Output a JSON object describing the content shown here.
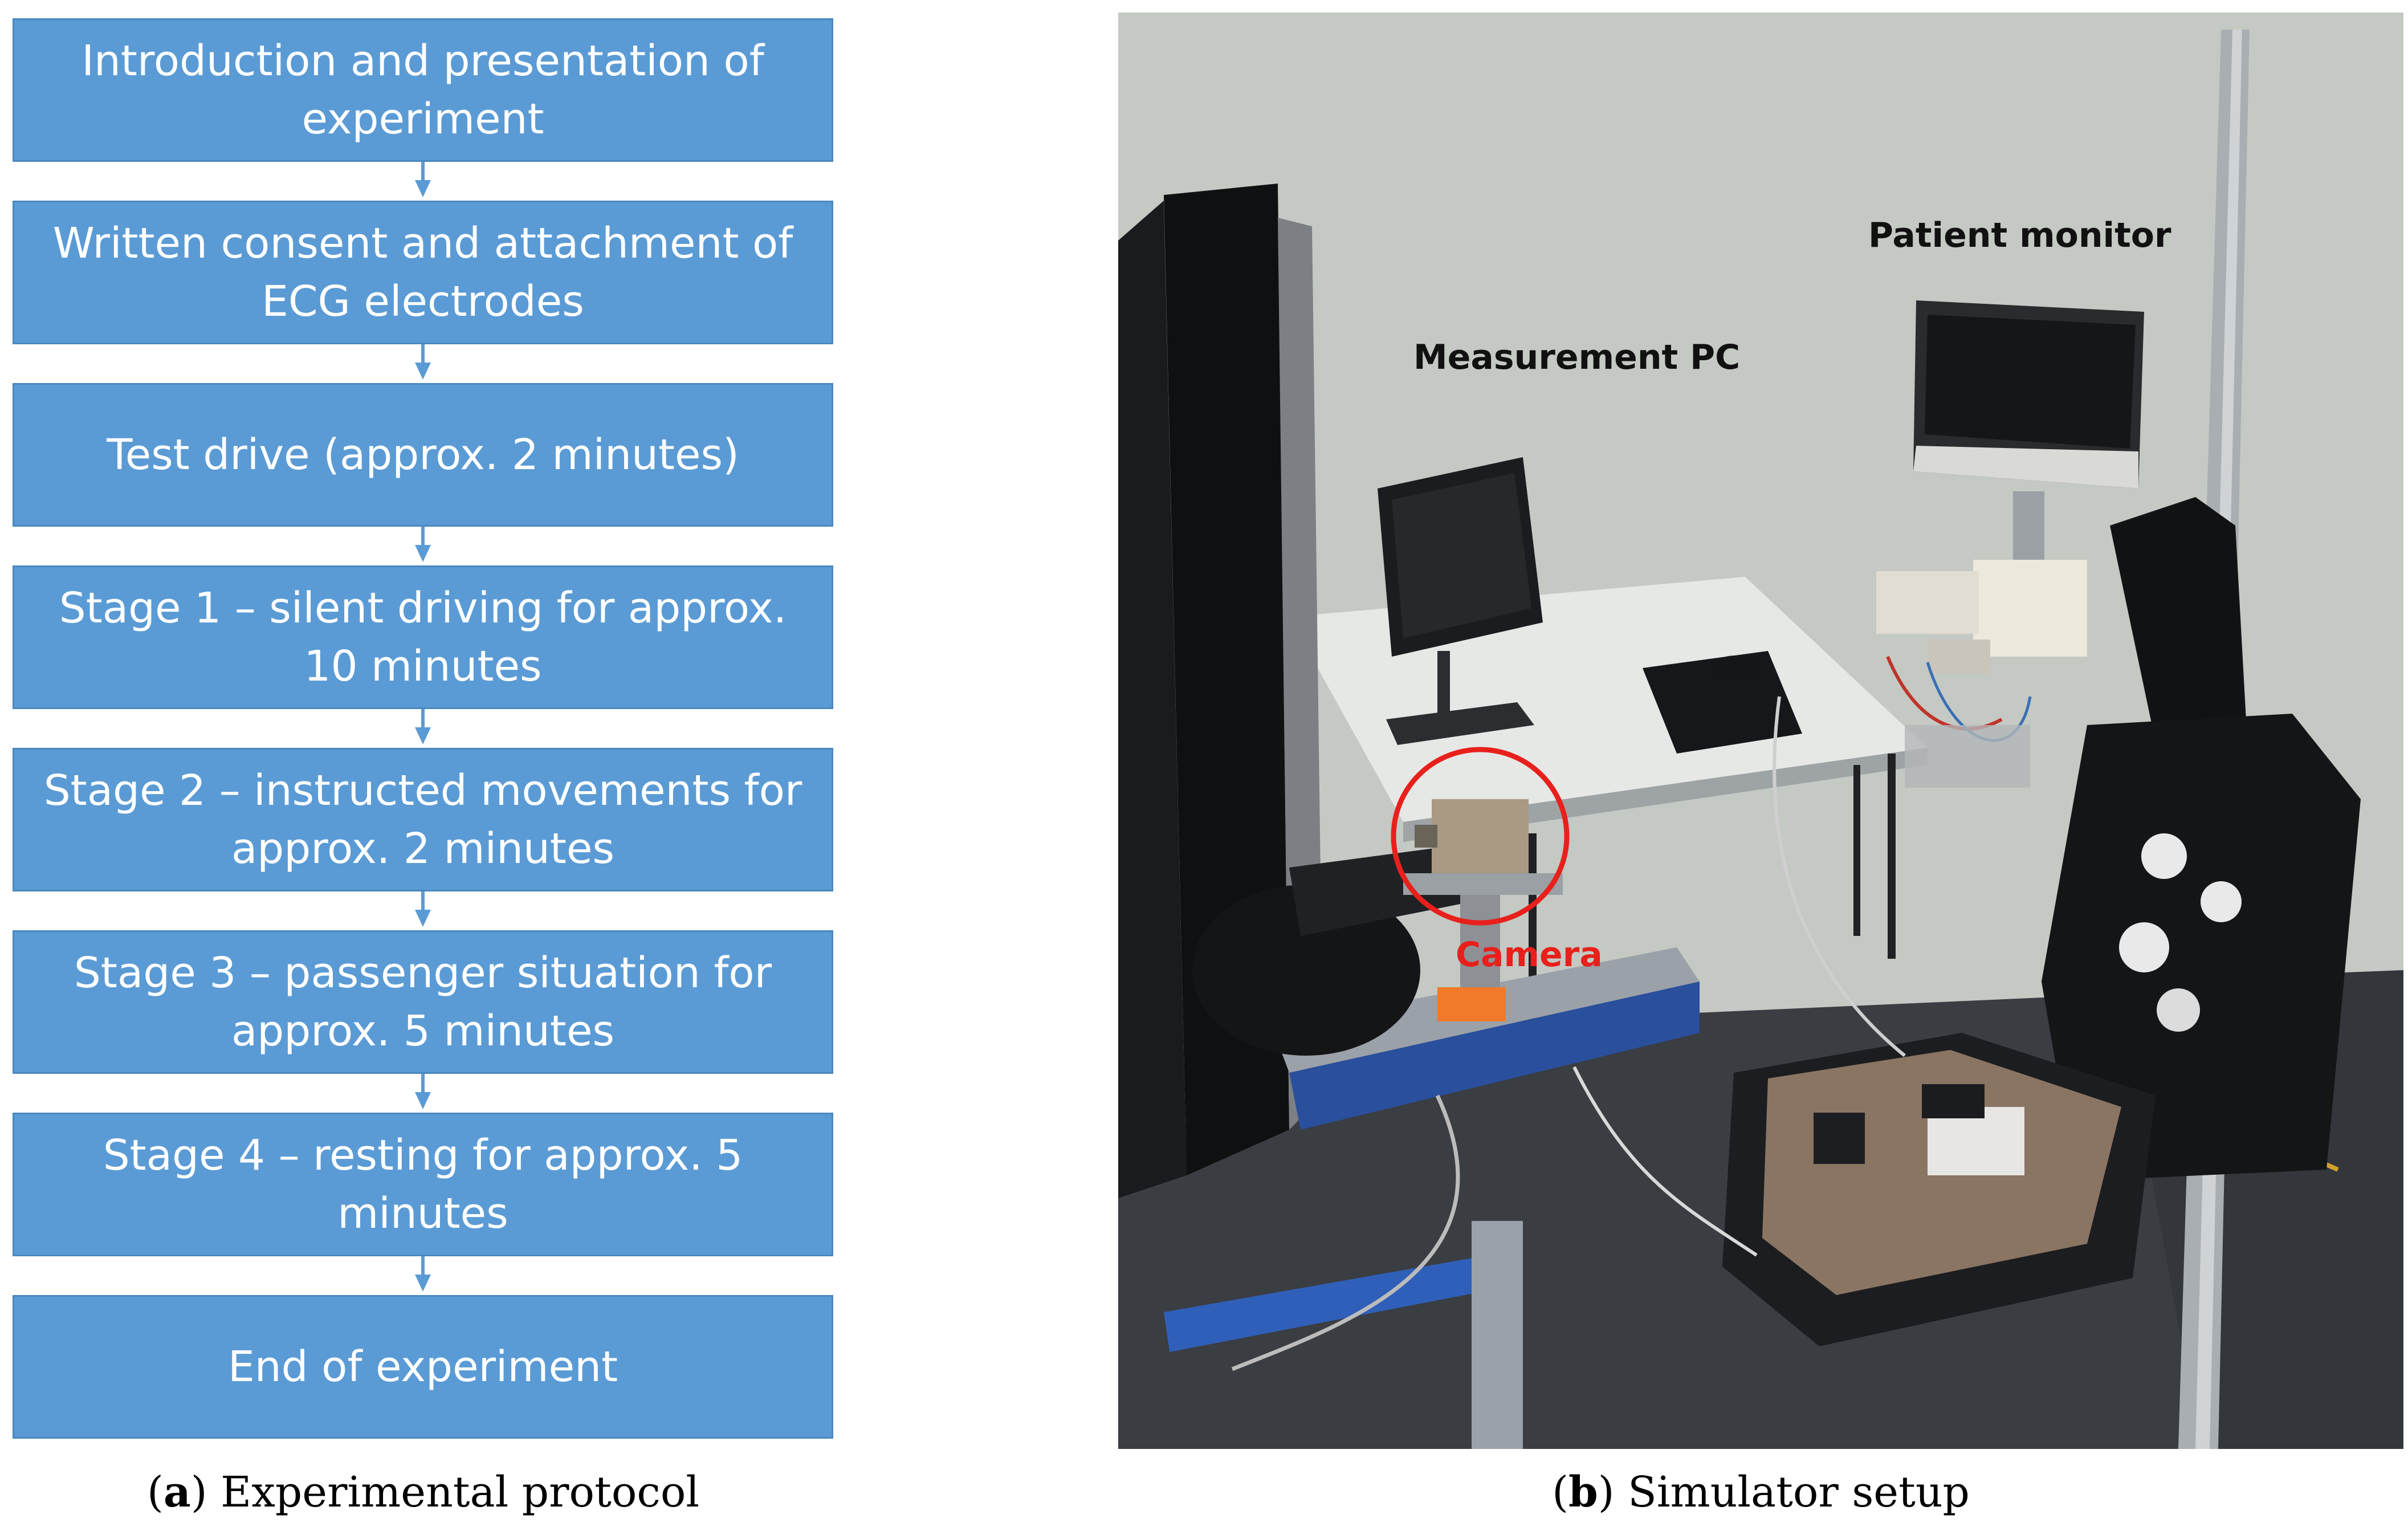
{
  "protocol": {
    "steps": [
      "Introduction and presentation of experiment",
      "Written consent and attachment of ECG electrodes",
      "Test drive (approx. 2 minutes)",
      "Stage 1 – silent driving for approx. 10 minutes",
      "Stage 2 – instructed movements for approx. 2 minutes",
      "Stage 3 – passenger situation for approx. 5 minutes",
      "Stage 4 – resting for approx. 5 minutes",
      "End of experiment"
    ],
    "box_color": "#5b9bd5",
    "caption_letter": "a",
    "caption_text": "Experimental protocol"
  },
  "photo": {
    "labels": {
      "patient_monitor": "Patient monitor",
      "measurement_pc": "Measurement PC",
      "camera": "Camera"
    },
    "camera_highlight_color": "#e8201c",
    "caption_letter": "b",
    "caption_text": "Simulator setup"
  }
}
